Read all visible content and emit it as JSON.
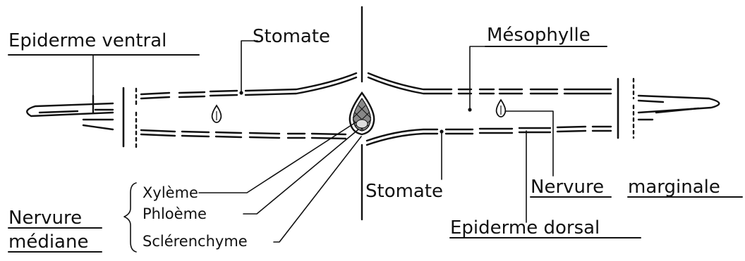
{
  "labels": {
    "epiderme_ventral": "Epiderme ventral",
    "stomate_top": "Stomate",
    "mesophylle": "Mésophylle",
    "stomate_bottom": "Stomate",
    "nervure_marginale_1": "Nervure",
    "nervure_marginale_2": "marginale",
    "epiderme_dorsal": "Epiderme dorsal",
    "nervure_mediane_1": "Nervure",
    "nervure_mediane_2": "médiane",
    "xyleme": "Xylème",
    "phloeme": "Phloème",
    "sclerenchyme": "Sclérenchyme"
  }
}
